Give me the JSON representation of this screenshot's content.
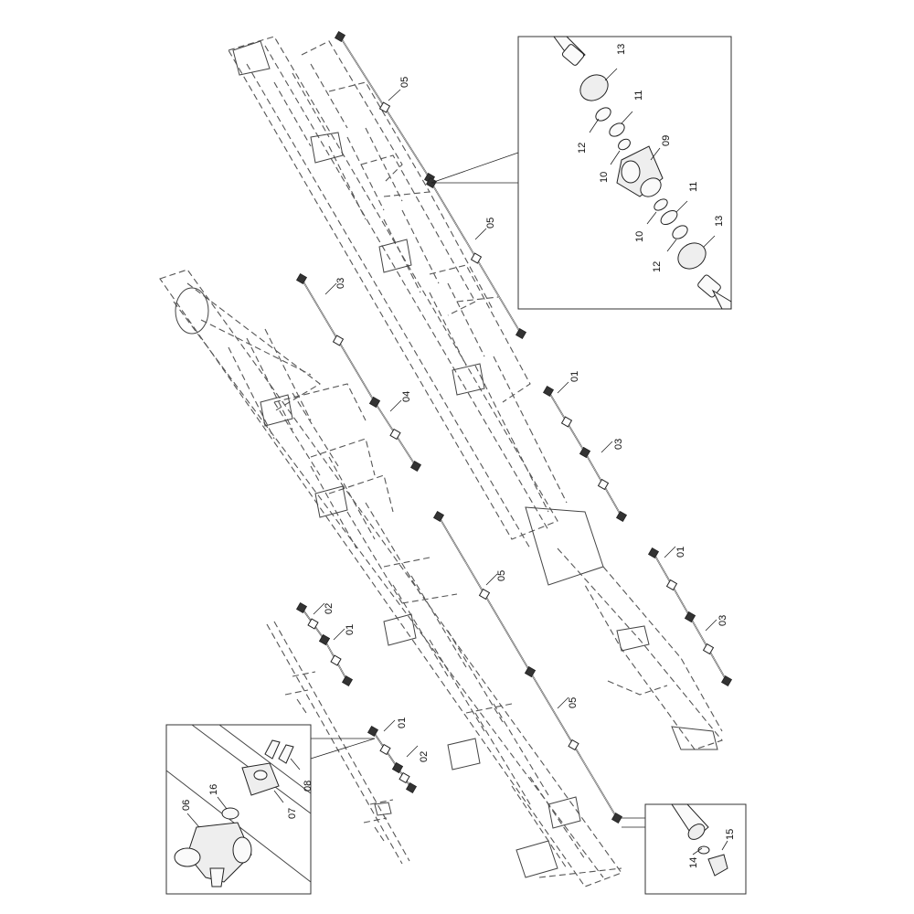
{
  "callouts": {
    "c05a": "05",
    "c05b": "05",
    "c03a": "03",
    "c04": "04",
    "c01a": "01",
    "c03b": "03",
    "c05c": "05",
    "c01b": "01",
    "c03c": "03",
    "c02a": "02",
    "c01c": "01",
    "c05d": "05",
    "c01d": "01",
    "c02b": "02"
  },
  "inset_top": {
    "l13a": "13",
    "l11a": "11",
    "l12a": "12",
    "l09": "09",
    "l10a": "10",
    "l11b": "11",
    "l10b": "10",
    "l13b": "13",
    "l12b": "12"
  },
  "inset_bottom_left": {
    "l06": "06",
    "l16": "16",
    "l07": "07",
    "l08": "08"
  },
  "inset_bottom_right": {
    "l14": "14",
    "l15": "15"
  }
}
